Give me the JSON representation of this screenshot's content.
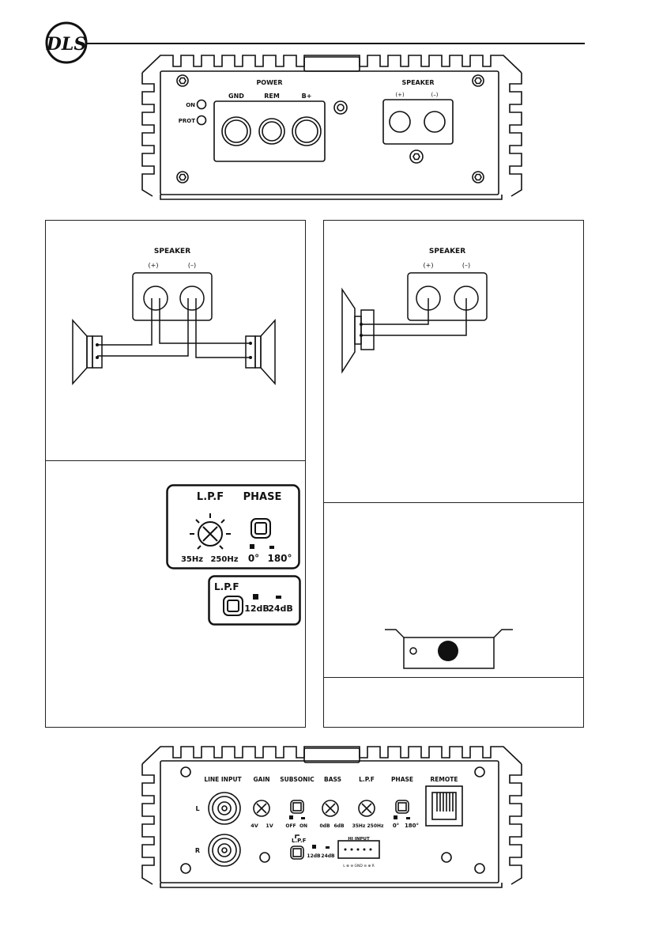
{
  "logo_text": "DLS",
  "top_panel": {
    "power_label": "POWER",
    "gnd_label": "GND",
    "rem_label": "REM",
    "bplus_label": "B+",
    "speaker_label": "SPEAKER",
    "plus_label": "(+)",
    "minus_label": "(–)",
    "on_label": "ON",
    "prot_label": "PROT"
  },
  "diagram_left": {
    "speaker_label": "SPEAKER",
    "plus_label": "(+)",
    "minus_label": "(–)"
  },
  "diagram_right": {
    "speaker_label": "SPEAKER",
    "plus_label": "(+)",
    "minus_label": "(–)"
  },
  "lpf_phase_box": {
    "lpf_label": "L.P.F",
    "phase_label": "PHASE",
    "lpf_min": "35Hz",
    "lpf_max": "250Hz",
    "phase_0": "0°",
    "phase_180": "180°"
  },
  "lpf_slope_box": {
    "lpf_label": "L.P.F",
    "slope_12": "12dB",
    "slope_24": "24dB"
  },
  "bottom_panel": {
    "line_input": "LINE INPUT",
    "gain": "GAIN",
    "subsonic": "SUBSONIC",
    "bass": "BASS",
    "lpf": "L.P.F",
    "phase": "PHASE",
    "remote": "REMOTE",
    "l": "L",
    "r": "R",
    "gain_min": "4V",
    "gain_max": "1V",
    "sub_off": "OFF",
    "sub_on": "ON",
    "bass_min": "0dB",
    "bass_max": "6dB",
    "lpf_min": "35Hz",
    "lpf_max": "250Hz",
    "phase_0": "0°",
    "phase_180": "180°",
    "lpf2": "L.P.F",
    "slope_12": "12dB",
    "slope_24": "24dB",
    "hi_input": "HI INPUT",
    "hi_pins": "L ⊕ ⊖ GND ⊖ ⊕ R"
  }
}
